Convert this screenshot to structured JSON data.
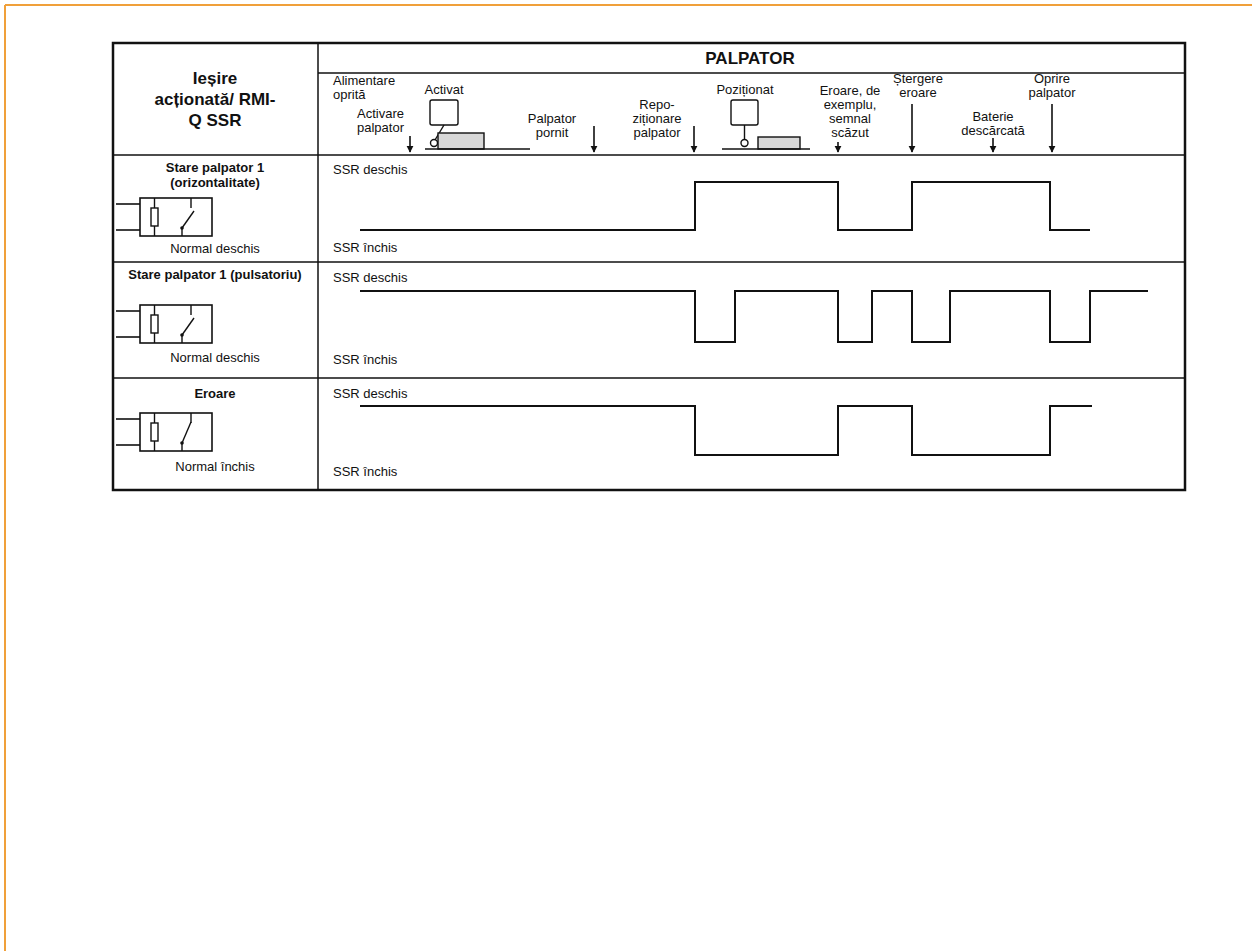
{
  "diagram": {
    "labels": [
      "PALPATOR",
      "Ieșire acționată/ RMI-Q SSR",
      "Alimentare oprită",
      "Activat",
      "Activare palpator",
      "Palpator pornit",
      "Repo- ziționare palpator",
      "Poziționat",
      "Eroare, de exemplu, semnal scăzut",
      "Ștergere eroare",
      "Baterie descărcată",
      "Oprire palpator",
      "Stare palpator 1 (orizontalitate)",
      "Normal deschis",
      "SSR deschis",
      "SSR închis",
      "Stare palpator 1 (pulsatoriu)",
      "Normal deschis",
      "SSR deschis",
      "SSR închis",
      "Eroare",
      "Normal închis",
      "SSR deschis",
      "SSR închis"
    ]
  }
}
